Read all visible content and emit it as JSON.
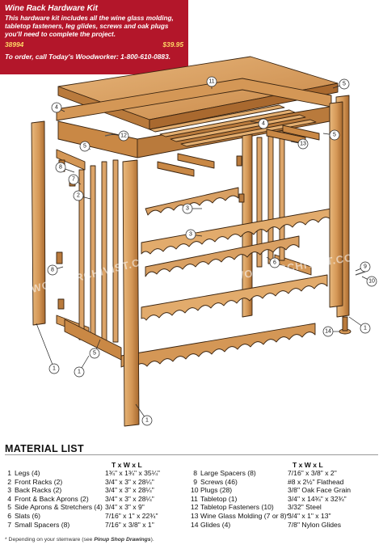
{
  "kit": {
    "title": "Wine Rack Hardware Kit",
    "body": "This hardware kit includes all the wine glass molding, tabletop fasteners, leg glides, screws and oak plugs you'll need to complete the project.",
    "item_number": "38994",
    "price": "$39.95",
    "order_text": "To order, call Today's Woodworker: 1-800-610-0883."
  },
  "callouts": [
    "11",
    "5",
    "4",
    "4",
    "12",
    "13",
    "5",
    "5",
    "8",
    "7",
    "2",
    "3",
    "3",
    "6",
    "5",
    "1",
    "1",
    "1",
    "8",
    "9",
    "10",
    "14",
    "1"
  ],
  "watermark": "WOODARCHIVIST.COM",
  "material_list": {
    "title": "MATERIAL LIST",
    "header": "T x W x L",
    "left": [
      {
        "num": "1",
        "name": "Legs (4)",
        "dim": "1¾\" x 1¾\" x 35¼\""
      },
      {
        "num": "2",
        "name": "Front Racks (2)",
        "dim": "3/4\" x 3\" x 28¼\""
      },
      {
        "num": "3",
        "name": "Back Racks (2)",
        "dim": "3/4\" x 3\" x 28¼\""
      },
      {
        "num": "4",
        "name": "Front & Back Aprons (2)",
        "dim": "3/4\" x 3\" x 28¼\""
      },
      {
        "num": "5",
        "name": "Side Aprons & Stretchers (4)",
        "dim": "3/4\" x 3\" x 9\""
      },
      {
        "num": "6",
        "name": "Slats (6)",
        "dim": "7/16\" x 1\" x 22¾\""
      },
      {
        "num": "7",
        "name": "Small Spacers (8)",
        "dim": "7/16\" x 3/8\" x 1\""
      }
    ],
    "right": [
      {
        "num": "8",
        "name": "Large Spacers (8)",
        "dim": "7/16\" x 3/8\" x 2\""
      },
      {
        "num": "9",
        "name": "Screws (46)",
        "dim": "#8 x 2½\" Flathead"
      },
      {
        "num": "10",
        "name": "Plugs (28)",
        "dim": "3/8\" Oak Face Grain"
      },
      {
        "num": "11",
        "name": "Tabletop (1)",
        "dim": "3/4\" x 14¾\" x 32¾\""
      },
      {
        "num": "12",
        "name": "Tabletop Fasteners (10)",
        "dim": "3/32\" Steel"
      },
      {
        "num": "13",
        "name": "Wine Glass Molding (7 or 8)*",
        "dim": "3/4\" x 1\" x 13\""
      },
      {
        "num": "14",
        "name": "Glides (4)",
        "dim": "7/8\" Nylon Glides"
      }
    ],
    "footnote_prefix": "* Depending on your stemware (see",
    "footnote_ref": "Pinup Shop Drawings",
    "footnote_suffix": ")."
  },
  "colors": {
    "wood": "#d9a063",
    "wood_dark": "#b87838",
    "wood_light": "#e9bd82",
    "outline": "#3a2410",
    "kit_bg": "#b3162a"
  }
}
